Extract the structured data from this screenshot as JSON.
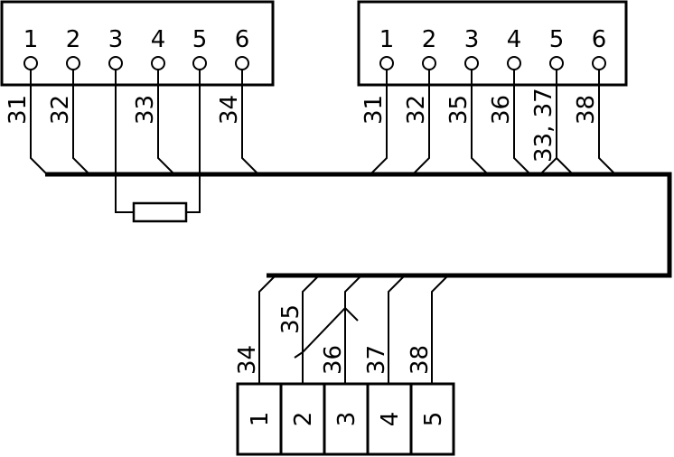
{
  "connector_a": {
    "pins": [
      "1",
      "2",
      "3",
      "4",
      "5",
      "6"
    ],
    "wire_labels": [
      "31",
      "32",
      "33",
      "34"
    ]
  },
  "connector_b": {
    "pins": [
      "1",
      "2",
      "3",
      "4",
      "5",
      "6"
    ],
    "wire_labels": [
      "31",
      "32",
      "35",
      "36",
      "33, 37",
      "38"
    ]
  },
  "terminal_block": {
    "terminals": [
      "1",
      "2",
      "3",
      "4",
      "5"
    ],
    "wire_labels": [
      "34",
      "35",
      "36",
      "37",
      "38"
    ]
  },
  "colors": {
    "line": "#000000",
    "background": "#ffffff"
  }
}
